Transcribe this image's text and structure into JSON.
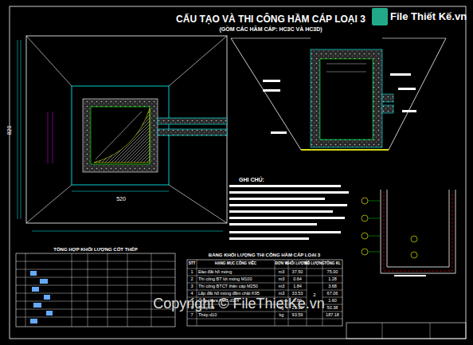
{
  "diagram": {
    "title": "CẤU TẠO VÀ THI CÔNG HẦM CÁP LOẠI 3",
    "labels": [
      "(GỒM CÁC HẦM CÁP: HC3C VÀ HC3D)",
      "File Thiết Kế.vn",
      "820",
      "520",
      "GHI CHÚ:",
      "BẢNG KHỐI LƯỢNG THI CÔNG HẦM CÁP LOẠI 3",
      "STT",
      "HẠNG MỤC CÔNG VIỆC",
      "ĐƠN VỊ",
      "KHỐI LƯỢNG",
      "SỐ LƯỢNG",
      "TỔNG KL",
      "1",
      "Đào đất hố móng",
      "m3",
      "37.50",
      "75.00",
      "2",
      "Thi công BT lót móng M100",
      "m3",
      "0.64",
      "1.28",
      "3",
      "Thi công BTCT thân cáp M250",
      "m3",
      "1.84",
      "3.68",
      "4",
      "Lấp đất hố móng đầm chặt K95",
      "m3",
      "33.53",
      "67.06",
      "5",
      "Ống nhựa PVC d114",
      "m",
      "0.80",
      "1.60",
      "6",
      "Thép d6",
      "kg",
      "25.19",
      "50.38",
      "7",
      "Thép d10",
      "kg",
      "93.59",
      "187.18",
      "2",
      "Copyright © FileThietKe.vn",
      "TỔNG HỢP KHỐI LƯỢNG CỐT THÉP"
    ]
  }
}
